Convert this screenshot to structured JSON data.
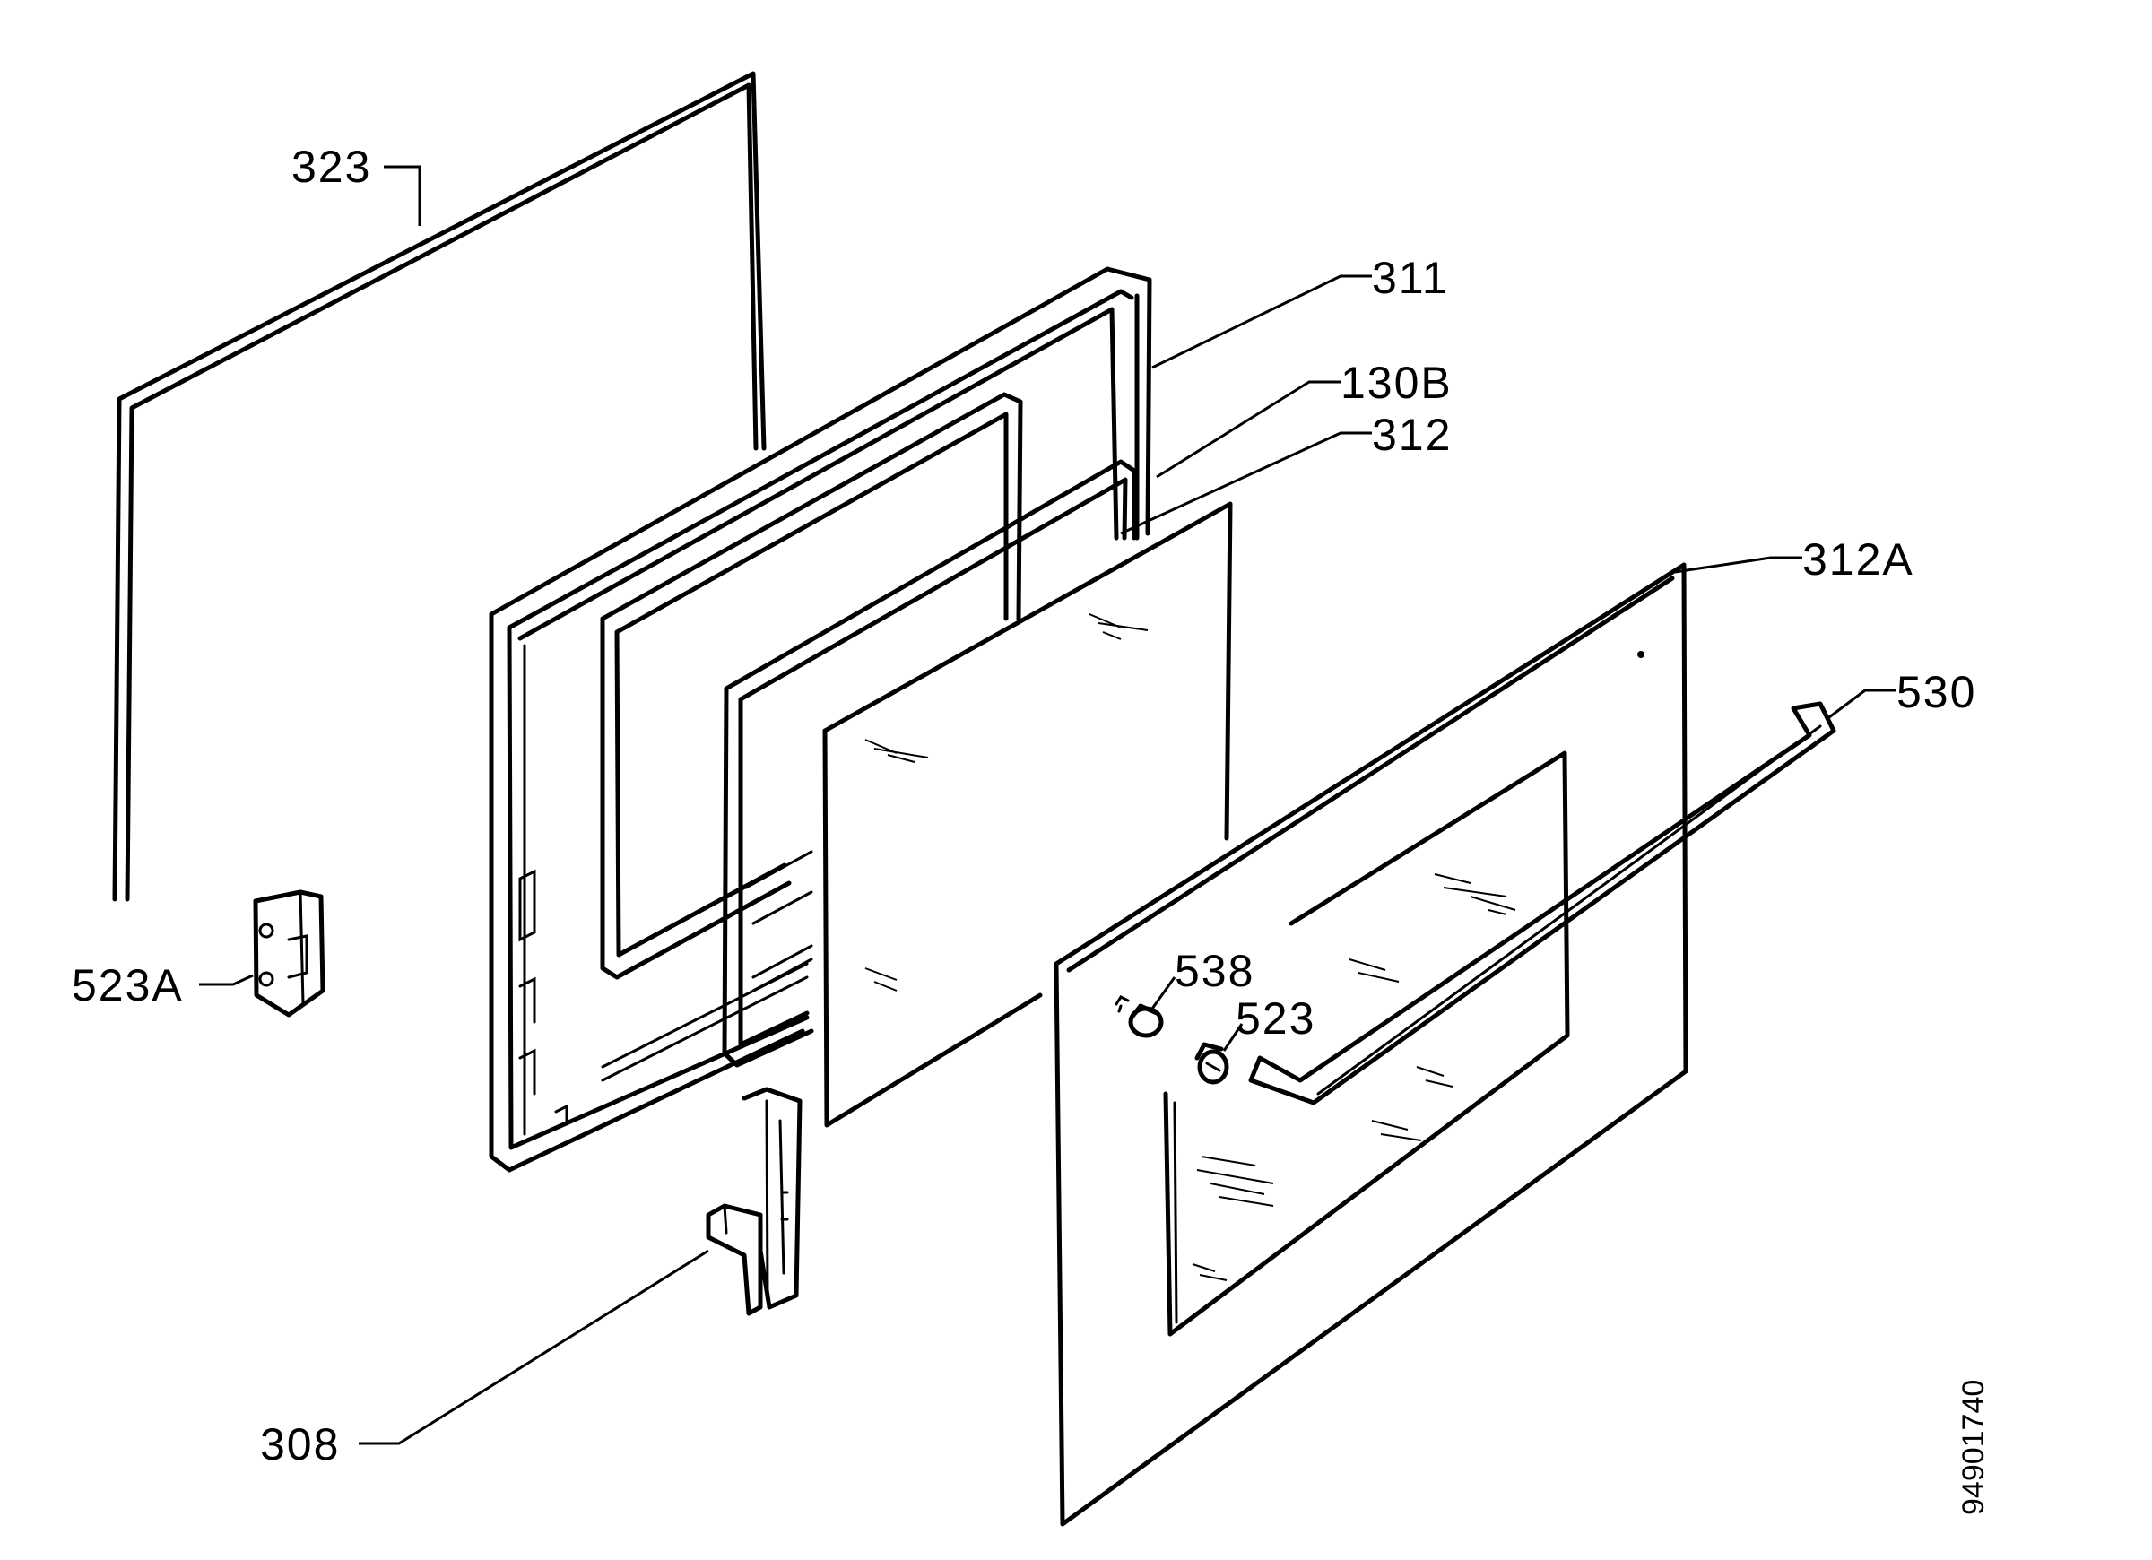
{
  "labels": {
    "gasket_323": "323",
    "frame_311": "311",
    "seal_130b": "130B",
    "glass_312": "312",
    "outer_glass_312a": "312A",
    "handle_530": "530",
    "spacer_538": "538",
    "screw_523": "523",
    "bracket_523a": "523A",
    "hinge_308": "308"
  },
  "drawing_code": "94901740"
}
